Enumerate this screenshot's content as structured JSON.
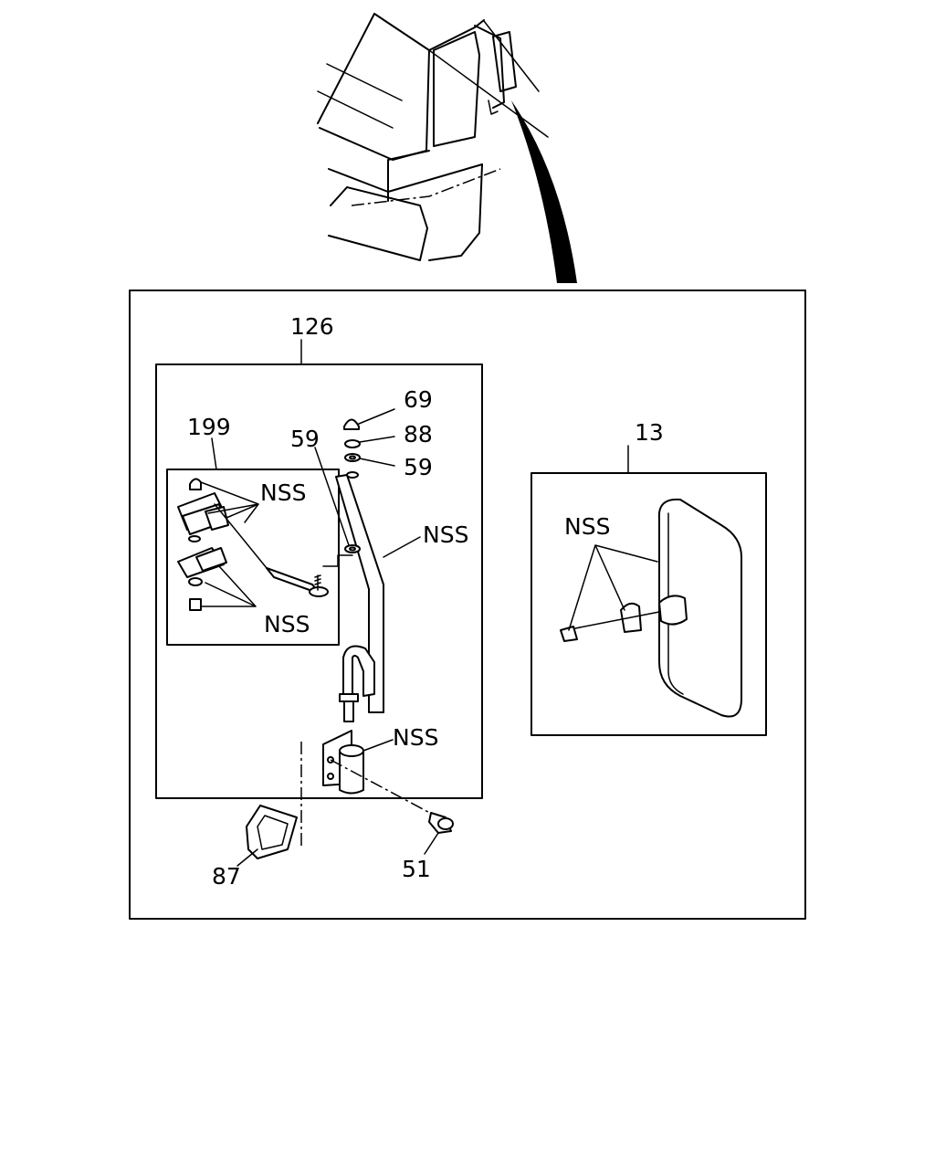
{
  "labels": {
    "p126": "126",
    "p199": "199",
    "p69": "69",
    "p88": "88",
    "p59a": "59",
    "p59b": "59",
    "p13": "13",
    "p87": "87",
    "p51": "51",
    "nss1": "NSS",
    "nss2": "NSS",
    "nss3": "NSS",
    "nss4": "NSS",
    "nss5": "NSS"
  }
}
